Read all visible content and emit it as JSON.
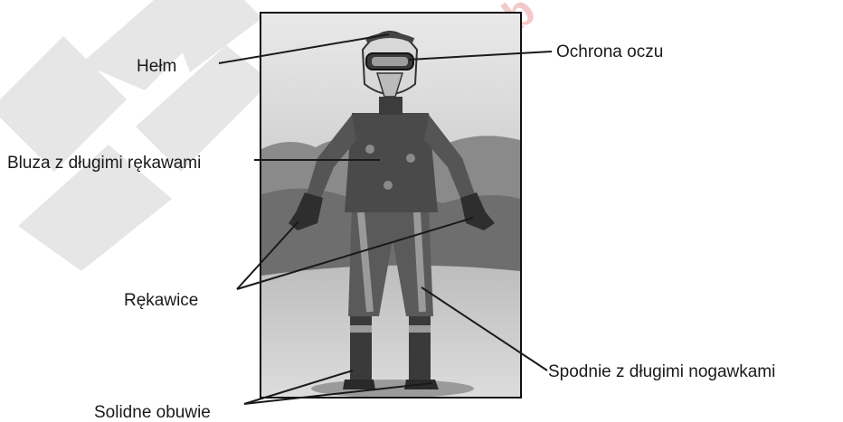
{
  "labels": {
    "helmet": "Hełm",
    "goggles": "Ochrona oczu",
    "jersey": "Bluza z długimi rękawami",
    "gloves": "Rękawice",
    "pants": "Spodnie z długimi nogawkami",
    "boots": "Solidne obuwie"
  },
  "colors": {
    "watermark_gray": "#e4e4e4",
    "watermark_red": "#f4cccc",
    "leader_line": "#1a1a1a"
  }
}
